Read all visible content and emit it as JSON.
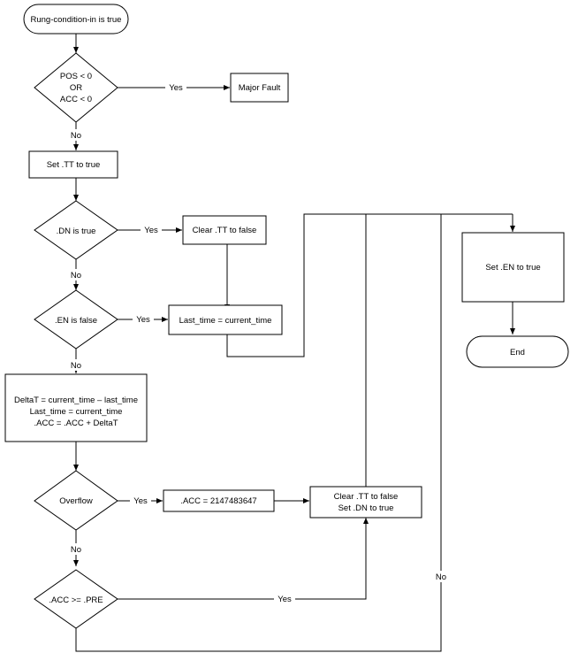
{
  "flowchart": {
    "start": "Rung-condition-in is true",
    "decision_pos_acc": [
      "POS < 0",
      "OR",
      "ACC < 0"
    ],
    "major_fault": "Major Fault",
    "set_tt": "Set .TT to true",
    "decision_dn": ".DN is true",
    "clear_tt": "Clear .TT to false",
    "decision_en": ".EN is false",
    "last_time": "Last_time = current_time",
    "compute": [
      "DeltaT = current_time – last_time",
      "Last_time = current_time",
      ".ACC = .ACC + DeltaT"
    ],
    "decision_overflow": "Overflow",
    "acc_max": ".ACC = 2147483647",
    "clear_set": [
      "Clear .TT to false",
      "Set .DN to true"
    ],
    "decision_acc_pre": ".ACC >= .PRE",
    "set_en": "Set .EN to true",
    "end": "End",
    "labels": {
      "yes": "Yes",
      "no": "No"
    }
  }
}
